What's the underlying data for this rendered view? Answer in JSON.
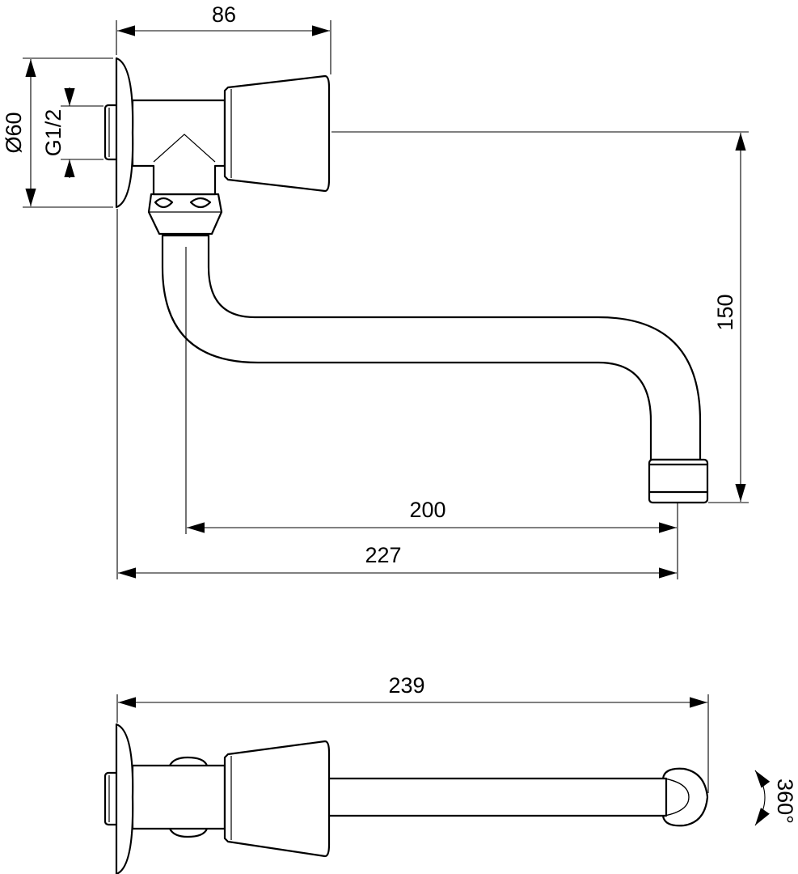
{
  "dimensions": {
    "top_width": "86",
    "rosette_diameter": "Ø60",
    "thread": "G1/2",
    "height": "150",
    "spout_reach": "200",
    "overall_reach": "227",
    "overall_length": "239",
    "rotation": "360°"
  }
}
